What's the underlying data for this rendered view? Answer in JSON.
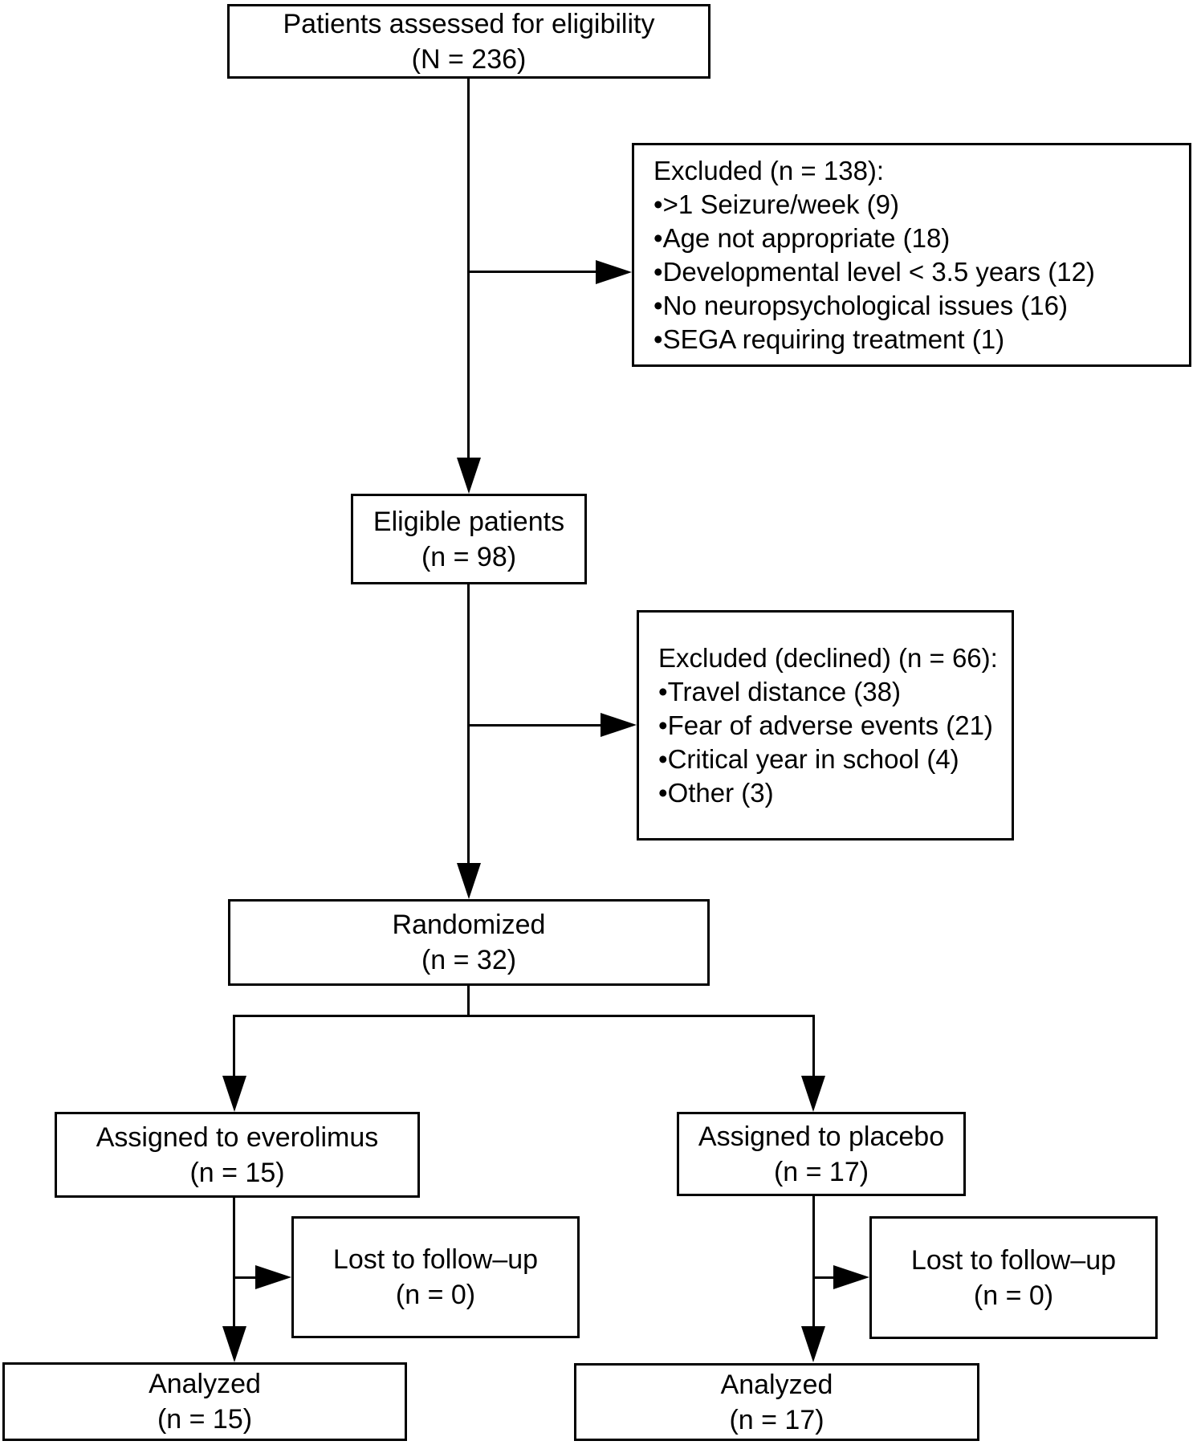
{
  "figure": {
    "type": "consort-flow-diagram",
    "colors": {
      "line": "#000000",
      "text": "#000000",
      "background": "#ffffff"
    },
    "boxes": {
      "assessed": {
        "lines": [
          "Patients assessed for eligibility",
          "(N = 236)"
        ]
      },
      "excluded1": {
        "title": "Excluded (n = 138):",
        "items": [
          ">1 Seizure/week (9)",
          "Age not appropriate (18)",
          "Developmental level < 3.5 years (12)",
          "No neuropsychological issues (16)",
          "SEGA requiring treatment (1)"
        ]
      },
      "eligible": {
        "lines": [
          "Eligible patients",
          "(n = 98)"
        ]
      },
      "excluded2": {
        "title": "Excluded (declined) (n = 66):",
        "items": [
          "Travel distance (38)",
          "Fear of adverse events (21)",
          "Critical year in school (4)",
          "Other (3)"
        ]
      },
      "randomized": {
        "lines": [
          "Randomized",
          "(n = 32)"
        ]
      },
      "everolimus": {
        "lines": [
          "Assigned to everolimus",
          "(n = 15)"
        ]
      },
      "placebo": {
        "lines": [
          "Assigned to placebo",
          "(n = 17)"
        ]
      },
      "lost_everolimus": {
        "lines": [
          "Lost to follow–up",
          "(n = 0)"
        ]
      },
      "lost_placebo": {
        "lines": [
          "Lost to follow–up",
          "(n = 0)"
        ]
      },
      "analyzed_everolimus": {
        "lines": [
          "Analyzed",
          "(n = 15)"
        ]
      },
      "analyzed_placebo": {
        "lines": [
          "Analyzed",
          "(n = 17)"
        ]
      }
    }
  }
}
